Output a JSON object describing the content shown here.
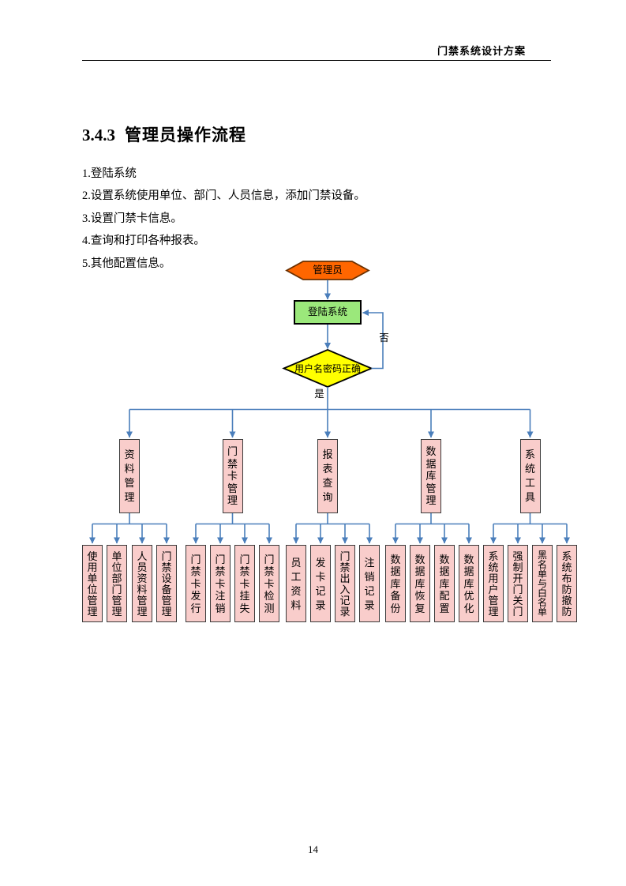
{
  "page": {
    "header_title": "门禁系统设计方案",
    "page_number": "14"
  },
  "section": {
    "heading_number": "3.4.3",
    "heading_title": "管理员操作流程",
    "steps": [
      "1.登陆系统",
      "2.设置系统使用单位、部门、人员信息，添加门禁设备。",
      "3.设置门禁卡信息。",
      "4.查询和打印各种报表。",
      "5.其他配置信息。"
    ]
  },
  "flowchart": {
    "nodes": {
      "start": "管理员",
      "login": "登陆系统",
      "decision": "用户名密码正确",
      "no_label": "否",
      "yes_label": "是"
    },
    "colors": {
      "start_fill": "#FF6600",
      "start_border": "#6B3000",
      "login_fill": "#9BE87B",
      "login_border": "#000000",
      "decision_fill": "#FFFF00",
      "decision_border": "#000000",
      "box_fill": "#F9CDCB",
      "box_border": "#3a3a3a",
      "connector": "#4A7EBB"
    },
    "groups": [
      {
        "label": "资料管理",
        "children": [
          "使用单位管理",
          "单位部门管理",
          "人员资料管理",
          "门禁设备管理"
        ]
      },
      {
        "label": "门禁卡管理",
        "children": [
          "门禁卡发行",
          "门禁卡注销",
          "门禁卡挂失",
          "门禁卡检测"
        ]
      },
      {
        "label": "报表查询",
        "children": [
          "员工资料",
          "发卡记录",
          "门禁出入记录",
          "注销记录"
        ]
      },
      {
        "label": "数据库管理",
        "children": [
          "数据库备份",
          "数据库恢复",
          "数据库配置",
          "数据库优化"
        ]
      },
      {
        "label": "系统工具",
        "children": [
          "系统用户管理",
          "强制开门关门",
          "黑名单与白名单",
          "系统布防撤防"
        ]
      }
    ]
  }
}
